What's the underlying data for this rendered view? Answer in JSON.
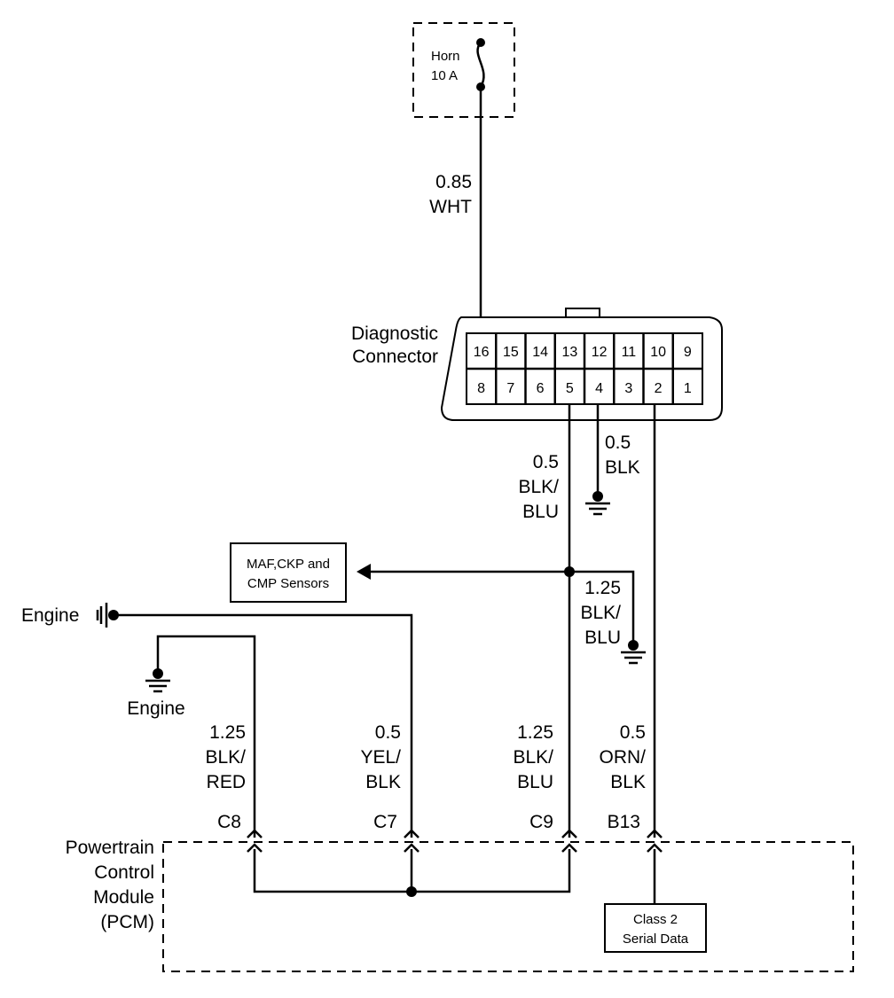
{
  "fuse": {
    "name": "Horn",
    "rating": "10 A"
  },
  "wires": {
    "fuse_to_dlc": {
      "gauge": "0.85",
      "color": "WHT"
    },
    "pin5": {
      "gauge": "0.5",
      "color_1": "BLK/",
      "color_2": "BLU"
    },
    "pin4": {
      "gauge": "0.5",
      "color": "BLK"
    },
    "splice_ground": {
      "gauge": "1.25",
      "color_1": "BLK/",
      "color_2": "BLU"
    },
    "c8": {
      "gauge": "1.25",
      "color_1": "BLK/",
      "color_2": "RED"
    },
    "c7": {
      "gauge": "0.5",
      "color_1": "YEL/",
      "color_2": "BLK"
    },
    "c9": {
      "gauge": "1.25",
      "color_1": "BLK/",
      "color_2": "BLU"
    },
    "b13": {
      "gauge": "0.5",
      "color_1": "ORN/",
      "color_2": "BLK"
    }
  },
  "diagnostic_connector": {
    "label_1": "Diagnostic",
    "label_2": "Connector",
    "top_pins": [
      "16",
      "15",
      "14",
      "13",
      "12",
      "11",
      "10",
      "9"
    ],
    "bottom_pins": [
      "8",
      "7",
      "6",
      "5",
      "4",
      "3",
      "2",
      "1"
    ]
  },
  "sensors": {
    "line_1": "MAF,CKP and",
    "line_2": "CMP Sensors"
  },
  "engine_ground_1": "Engine",
  "engine_ground_2": "Engine",
  "pcm": {
    "line_1": "Powertrain",
    "line_2": "Control",
    "line_3": "Module",
    "line_4": "(PCM)",
    "terminals": {
      "c8": "C8",
      "c7": "C7",
      "c9": "C9",
      "b13": "B13"
    }
  },
  "serial_data": {
    "line_1": "Class 2",
    "line_2": "Serial Data"
  }
}
